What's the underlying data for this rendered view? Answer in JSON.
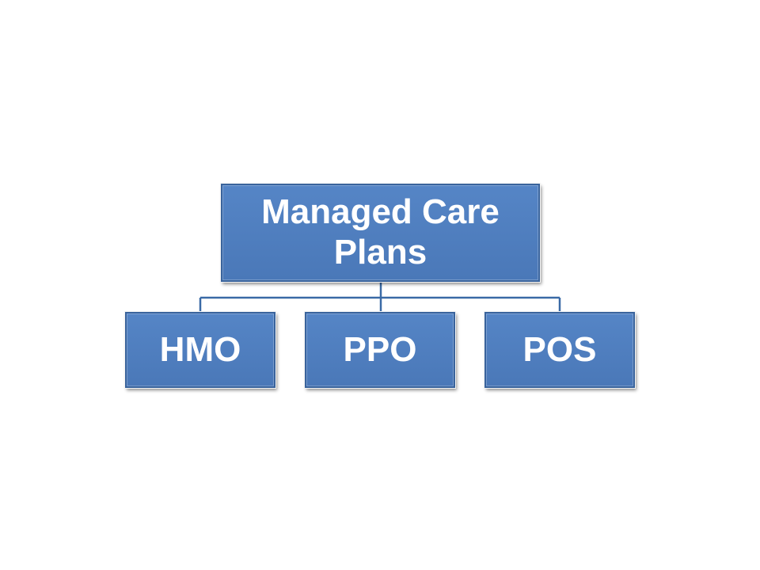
{
  "diagram": {
    "root": {
      "label": "Managed Care Plans"
    },
    "children": [
      {
        "label": "HMO"
      },
      {
        "label": "PPO"
      },
      {
        "label": "POS"
      }
    ]
  },
  "colors": {
    "box_fill": "#4f81bd",
    "box_border": "#385d8a",
    "connector": "#3a6aa6",
    "text": "#ffffff",
    "background": "#ffffff"
  }
}
